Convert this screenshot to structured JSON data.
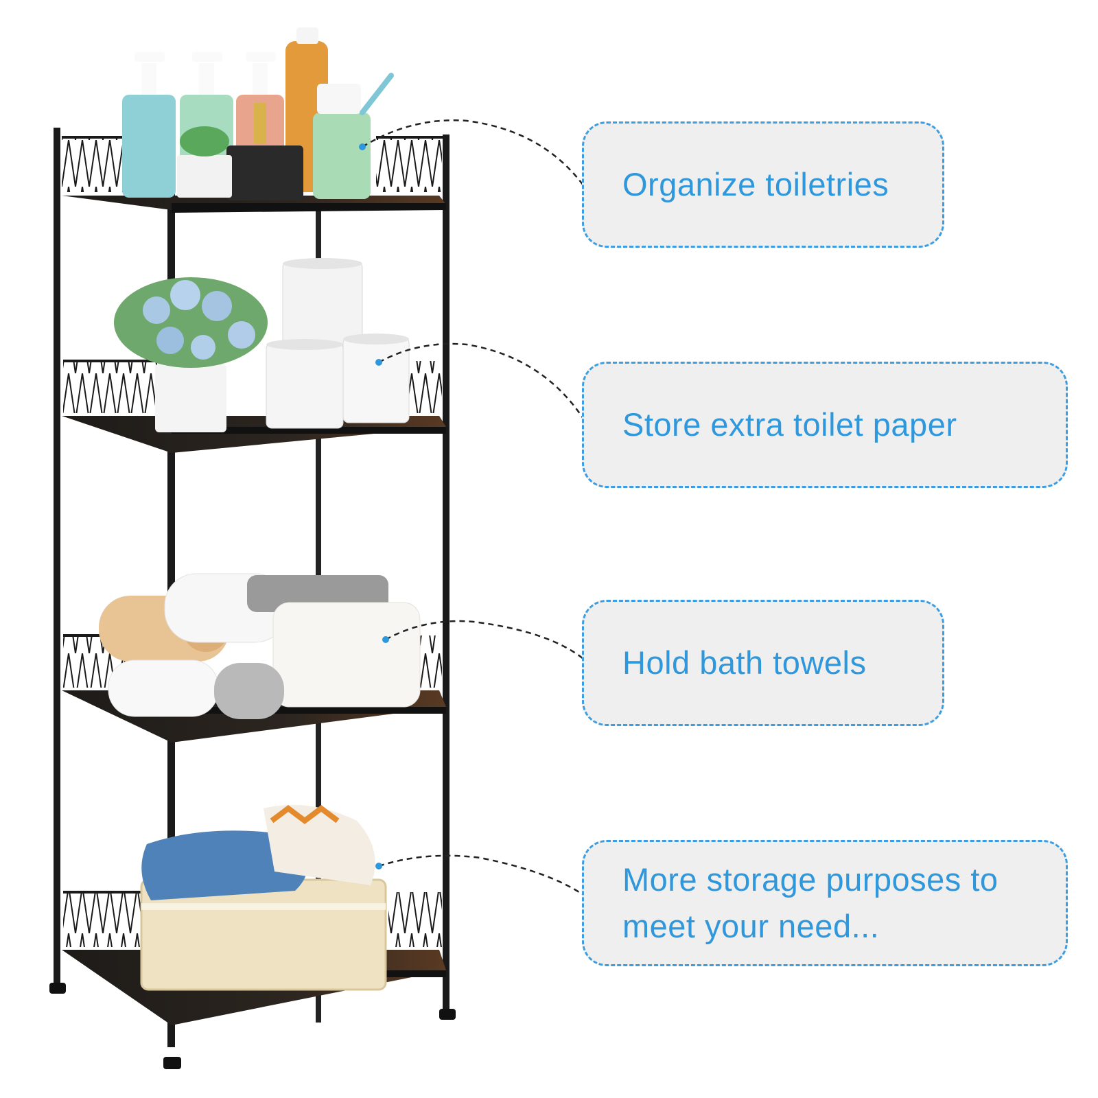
{
  "callouts": [
    {
      "text": "Organize toiletries"
    },
    {
      "text": "Store extra toilet paper"
    },
    {
      "text": "Hold bath towels"
    },
    {
      "text": "More storage purposes to meet your need..."
    }
  ],
  "colors": {
    "accent": "#2f97dc",
    "callout_bg": "#efefef",
    "rack_frame": "#1a1a1a",
    "shelf_wood": "#2a2520"
  },
  "product": {
    "tiers": 4,
    "shelf_contents": [
      "toiletries",
      "toilet paper",
      "bath towels",
      "basket and clothes"
    ]
  }
}
